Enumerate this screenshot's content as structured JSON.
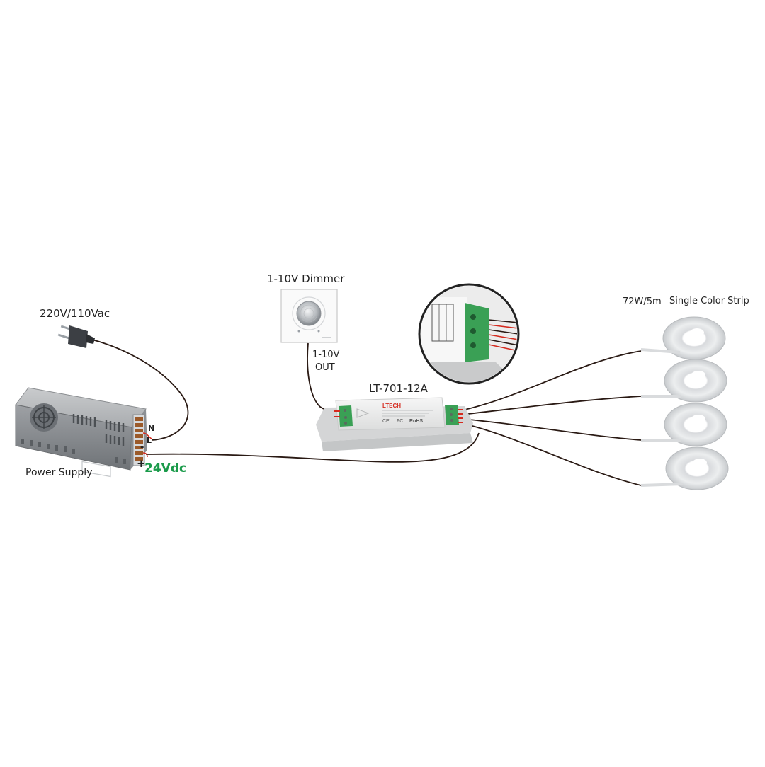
{
  "labels": {
    "mains": "220V/110Vac",
    "power_supply": "Power Supply",
    "output_voltage": "24Vdc",
    "terminal_n": "N",
    "terminal_l": "L",
    "terminal_minus": "-",
    "terminal_plus": "+",
    "dimmer": "1-10V Dimmer",
    "dimmer_out_1": "1-10V",
    "dimmer_out_2": "OUT",
    "controller": "LT-701-12A",
    "controller_brand": "LTECH",
    "controller_cert_1": "CE",
    "controller_cert_2": "FC",
    "controller_cert_3": "RoHS",
    "strip_power": "72W/5m",
    "strip_type": "Single Color Strip"
  },
  "colors": {
    "accent_green": "#1a9a4a",
    "wire": "#2a1a14",
    "wire_red": "#d52a1e",
    "terminal_green": "#3aa055",
    "housing_grey": "#e2e3e3"
  },
  "icons": [
    "plug-icon",
    "power-supply-icon",
    "dimmer-knob-icon",
    "controller-icon",
    "terminal-zoom-icon",
    "led-strip-reel-icon"
  ]
}
